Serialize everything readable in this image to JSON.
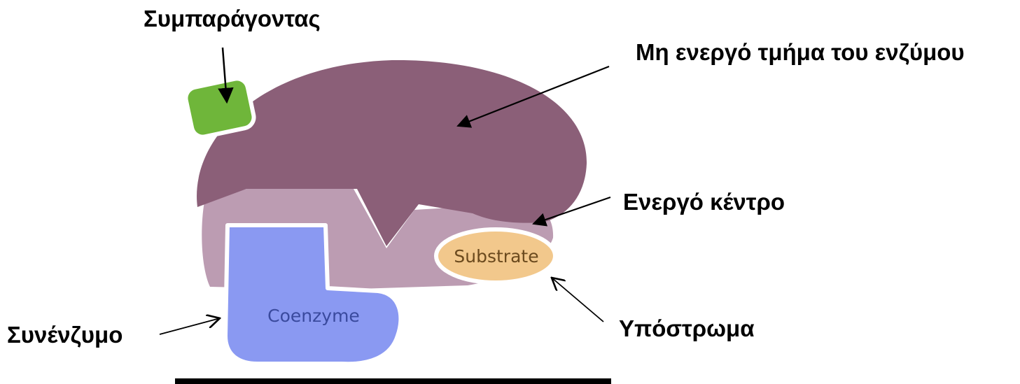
{
  "labels": {
    "cofactor": "Συμπαράγοντας",
    "inactive_part": "Μη ενεργό τμήμα του ενζύμου",
    "active_site": "Ενεργό κέντρο",
    "substrate": "Υπόστρωμα",
    "coenzyme": "Συνένζυμο"
  },
  "shape_labels": {
    "substrate": "Substrate",
    "coenzyme": "Coenzyme"
  },
  "colors": {
    "enzyme_inactive": "#8b5f78",
    "enzyme_active": "#bc9cb2",
    "cofactor": "#6fb63a",
    "coenzyme": "#8a99f2",
    "substrate": "#f2c88c",
    "ground": "#000000"
  }
}
